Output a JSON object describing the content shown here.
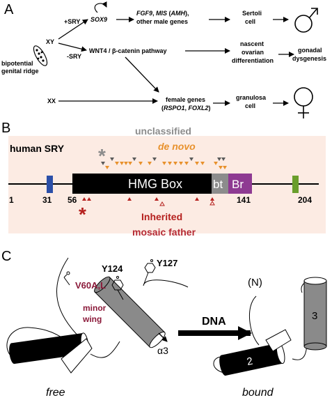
{
  "panel_a": {
    "label": "A",
    "bipotential": [
      "bipotential",
      "genital ridge"
    ],
    "xy": "XY",
    "xx": "XX",
    "plus_sry": "+SRY",
    "minus_sry": "-SRY",
    "sox9": "SOX9",
    "male_genes_line1_parts": [
      "FGF9",
      ", ",
      "MIS",
      " (",
      "AMH",
      "),"
    ],
    "male_genes_line2": "other male genes",
    "sertoli": [
      "Sertoli",
      "cell"
    ],
    "wnt4": "WNT4 / β-catenin pathway",
    "ovarian": [
      "nascent",
      "ovarian",
      "differentiation"
    ],
    "gonadal": [
      "gonadal",
      "dysgenesis"
    ],
    "female_line1": "female genes",
    "female_line2_parts": [
      "(",
      "RSPO1",
      ", ",
      "FOXL2",
      ")"
    ],
    "granulosa": [
      "granulosa",
      "cell"
    ],
    "colors": {
      "arrow": "#000000"
    }
  },
  "panel_b": {
    "label": "B",
    "title": "human SRY",
    "unclassified": "unclassified",
    "de_novo": "de novo",
    "hmg_box": "HMG Box",
    "bt": "bt",
    "br": "Br",
    "positions": [
      "1",
      "31",
      "56",
      "141",
      "204"
    ],
    "inherited": "Inherited",
    "mosaic": "mosaic father",
    "asterisk": "*",
    "colors": {
      "background": "#fcebe3",
      "unclassified": "#8c8c8c",
      "de_novo": "#e8912c",
      "inherited": "#b5201e",
      "mosaic": "#b52a34",
      "blue_domain": "#2b4fa8",
      "green_domain": "#6a9e2c",
      "br_domain": "#8e3a92",
      "bt_domain": "#8c8c8c",
      "hmg": "#000000"
    }
  },
  "panel_c": {
    "label": "C",
    "y124": "Y124",
    "y127": "Y127",
    "v60": "V60A,L",
    "minor_wing": [
      "minor",
      "wing"
    ],
    "alpha3": "α3",
    "dna": "DNA",
    "n_term": "(N)",
    "helix3": "3",
    "helix2": "2",
    "free": "free",
    "bound": "bound",
    "colors": {
      "v60": "#8b1a3a",
      "minor_wing": "#8b1a3a",
      "helix_gray": "#8a8a8a"
    }
  }
}
